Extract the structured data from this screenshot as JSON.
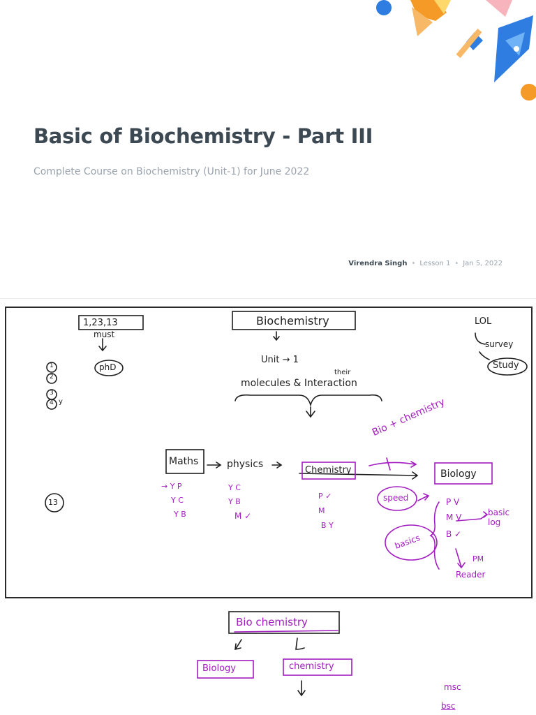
{
  "slide": {
    "title": "Basic of Biochemistry - Part III",
    "subtitle": "Complete Course on Biochemistry (Unit-1) for June 2022",
    "author": "Virendra Singh",
    "lesson": "Lesson 1",
    "date": "Jan 5, 2022",
    "separator": "•"
  },
  "board": {
    "box_top_left": "1,23,13",
    "must": "must",
    "phd": "phD",
    "num1": "1",
    "num2": "2",
    "num3": "3",
    "num4": "4",
    "y_mark": "y",
    "num13": "13",
    "title_box": "Biochemistry",
    "unit": "Unit → 1",
    "their": "their",
    "molecules_line": "molecules & Interaction",
    "lol": "LOL",
    "survey": "survey",
    "study": "Study",
    "bio_chemistry_diag": "Bio + chemistry",
    "maths": "Maths",
    "physics": "physics",
    "chemistry": "Chemistry",
    "biology": "Biology",
    "maths_list": [
      "→ Y P",
      "Y C",
      "Y B"
    ],
    "physics_list": [
      "Y C",
      "Y B",
      "M ✓"
    ],
    "chem_list": [
      "P ✓",
      "M",
      "B Y"
    ],
    "speed": "speed",
    "basics": "basics",
    "bio_list": [
      "P V",
      "M V",
      "B ✓"
    ],
    "basic_log": "basic log",
    "pm": "PM",
    "reader": "Reader"
  },
  "below": {
    "biochem_box": "Bio chemistry",
    "biology_box": "Biology",
    "chemistry_box": "chemistry",
    "msc": "msc",
    "bsc": "bsc"
  },
  "colors": {
    "title": "#3c4852",
    "subtitle": "#9aa3ad",
    "ink_black": "#1e1e1e",
    "ink_magenta": "#a21cc0",
    "accent_orange": "#f59a27",
    "accent_blue": "#2f7de1"
  }
}
